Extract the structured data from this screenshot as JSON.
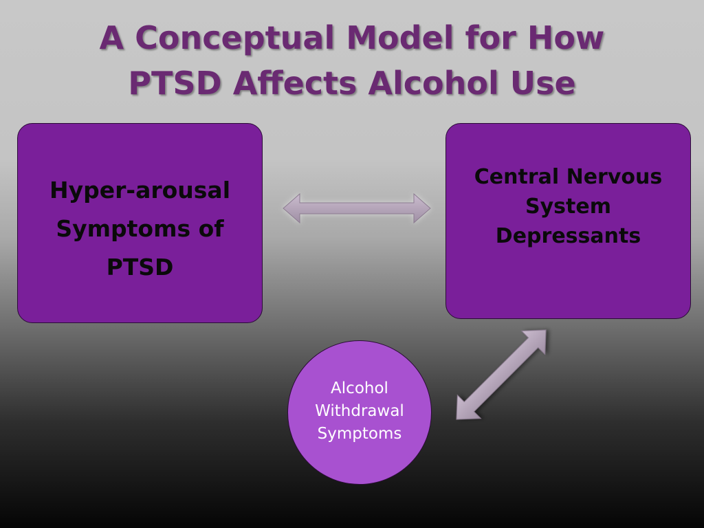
{
  "title": {
    "line1": "A Conceptual Model for How",
    "line2": "PTSD Affects Alcohol Use"
  },
  "nodes": {
    "left_box": {
      "lines": [
        "Hyper-arousal",
        "Symptoms of",
        "PTSD"
      ]
    },
    "right_box": {
      "lines": [
        "Central Nervous",
        "System",
        "Depressants"
      ]
    },
    "circle": {
      "lines": [
        "Alcohol",
        "Withdrawal",
        "Symptoms"
      ]
    }
  },
  "colors": {
    "title": "#6a2a72",
    "box_fill": "#7a1f9a",
    "circle_fill": "#a851d0",
    "arrow_fill": "#b9abbd"
  },
  "arrows": [
    {
      "from": "left_box",
      "to": "right_box",
      "type": "bidirectional"
    },
    {
      "from": "right_box",
      "to": "circle",
      "type": "bidirectional"
    }
  ]
}
